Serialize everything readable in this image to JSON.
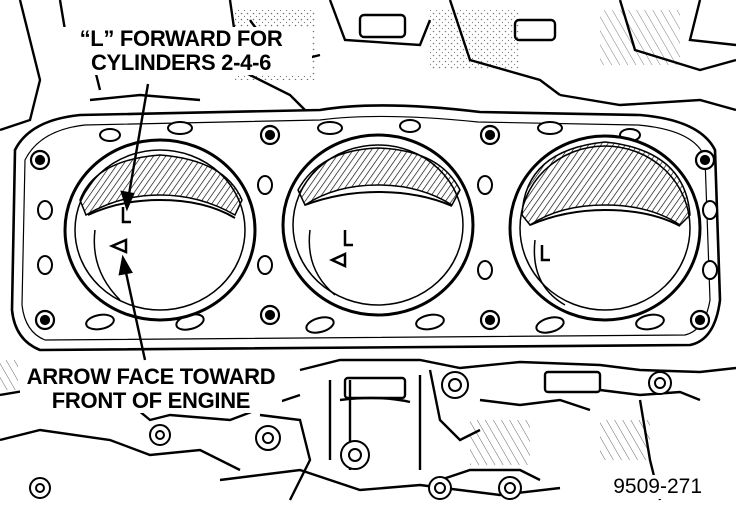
{
  "callouts": {
    "l_forward": {
      "line1": "“L” FORWARD FOR",
      "line2": "CYLINDERS 2-4-6"
    },
    "arrow_face": {
      "line1": "ARROW FACE TOWARD",
      "line2": "FRONT OF ENGINE"
    }
  },
  "figure_id": "9509-271",
  "piston_marks": {
    "letter": "L"
  }
}
